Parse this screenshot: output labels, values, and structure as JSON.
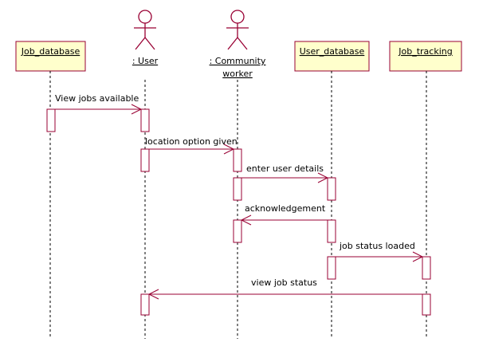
{
  "colors": {
    "object_fill": "#ffffcc",
    "object_border": "#990033",
    "line": "#990033",
    "lifeline": "#000000",
    "text": "#000000",
    "activation_fill": "#ffffff"
  },
  "objects": [
    {
      "kind": "object",
      "label": "Job_database"
    },
    {
      "kind": "actor",
      "label": ": User"
    },
    {
      "kind": "actor",
      "label_line1": ": Community",
      "label_line2": "worker"
    },
    {
      "kind": "object",
      "label": "User_database"
    },
    {
      "kind": "object",
      "label": "Job_tracking"
    }
  ],
  "messages": [
    {
      "label": "View jobs available"
    },
    {
      "label": "location option given"
    },
    {
      "label": "enter user details"
    },
    {
      "label": "acknowledgement"
    },
    {
      "label": "job status loaded"
    },
    {
      "label": "view job status"
    }
  ]
}
